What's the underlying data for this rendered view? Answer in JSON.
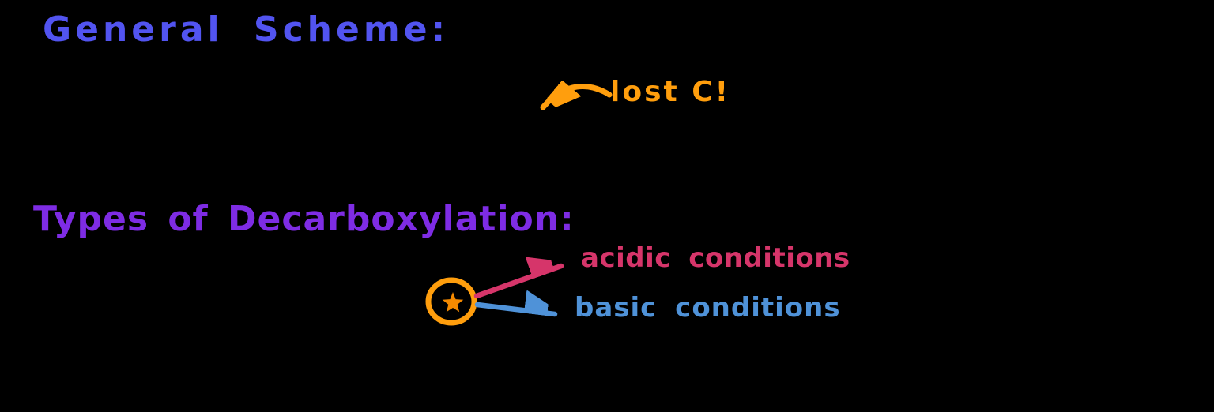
{
  "canvas": {
    "background": "#000000"
  },
  "colors": {
    "heading_blue": "#5254f0",
    "heading_purple": "#7e2ce4",
    "orange": "#ff9e0d",
    "orange_deep": "#f58a00",
    "pink": "#d6356a",
    "blue": "#4f92d8"
  },
  "general_scheme": {
    "heading": "General Scheme:",
    "lost_c_label": "lost C!"
  },
  "types_of_decarboxylation": {
    "heading": "Types of Decarboxylation:",
    "marker_icon": "circled-star",
    "branches": [
      {
        "label": "acidic conditions"
      },
      {
        "label": "basic conditions"
      }
    ]
  }
}
